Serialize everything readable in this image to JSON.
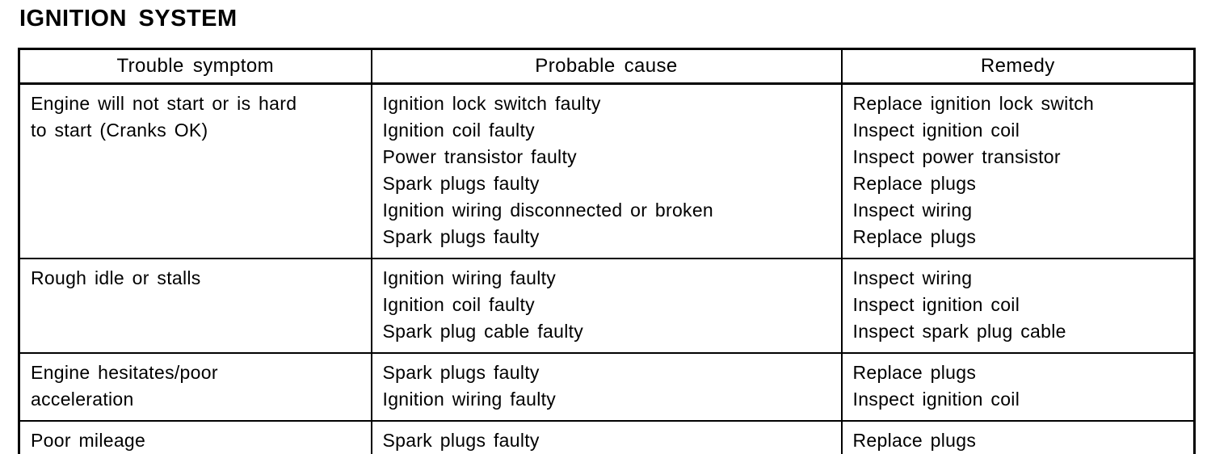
{
  "page_title": "IGNITION SYSTEM",
  "table": {
    "headers": [
      "Trouble symptom",
      "Probable cause",
      "Remedy"
    ],
    "rows": [
      {
        "symptom_lines": [
          "Engine will not start or is hard",
          "to start (Cranks OK)"
        ],
        "causes": [
          "Ignition lock switch faulty",
          "Ignition coil faulty",
          "Power transistor faulty",
          "Spark plugs faulty",
          "Ignition wiring disconnected or broken",
          "Spark plugs faulty"
        ],
        "remedies": [
          "Replace ignition lock switch",
          "Inspect ignition coil",
          "Inspect power transistor",
          "Replace plugs",
          "Inspect wiring",
          "Replace plugs"
        ]
      },
      {
        "symptom_lines": [
          "Rough idle or stalls"
        ],
        "causes": [
          "Ignition wiring faulty",
          "Ignition coil faulty",
          "Spark plug cable faulty"
        ],
        "remedies": [
          "Inspect wiring",
          "Inspect ignition coil",
          "Inspect spark plug cable"
        ]
      },
      {
        "symptom_lines": [
          "Engine hesitates/poor",
          "acceleration"
        ],
        "causes": [
          "Spark plugs faulty",
          "Ignition wiring faulty"
        ],
        "remedies": [
          "Replace plugs",
          "Inspect ignition coil"
        ]
      },
      {
        "symptom_lines": [
          "Poor mileage"
        ],
        "causes": [
          "Spark plugs faulty"
        ],
        "remedies": [
          "Replace plugs"
        ]
      }
    ]
  }
}
